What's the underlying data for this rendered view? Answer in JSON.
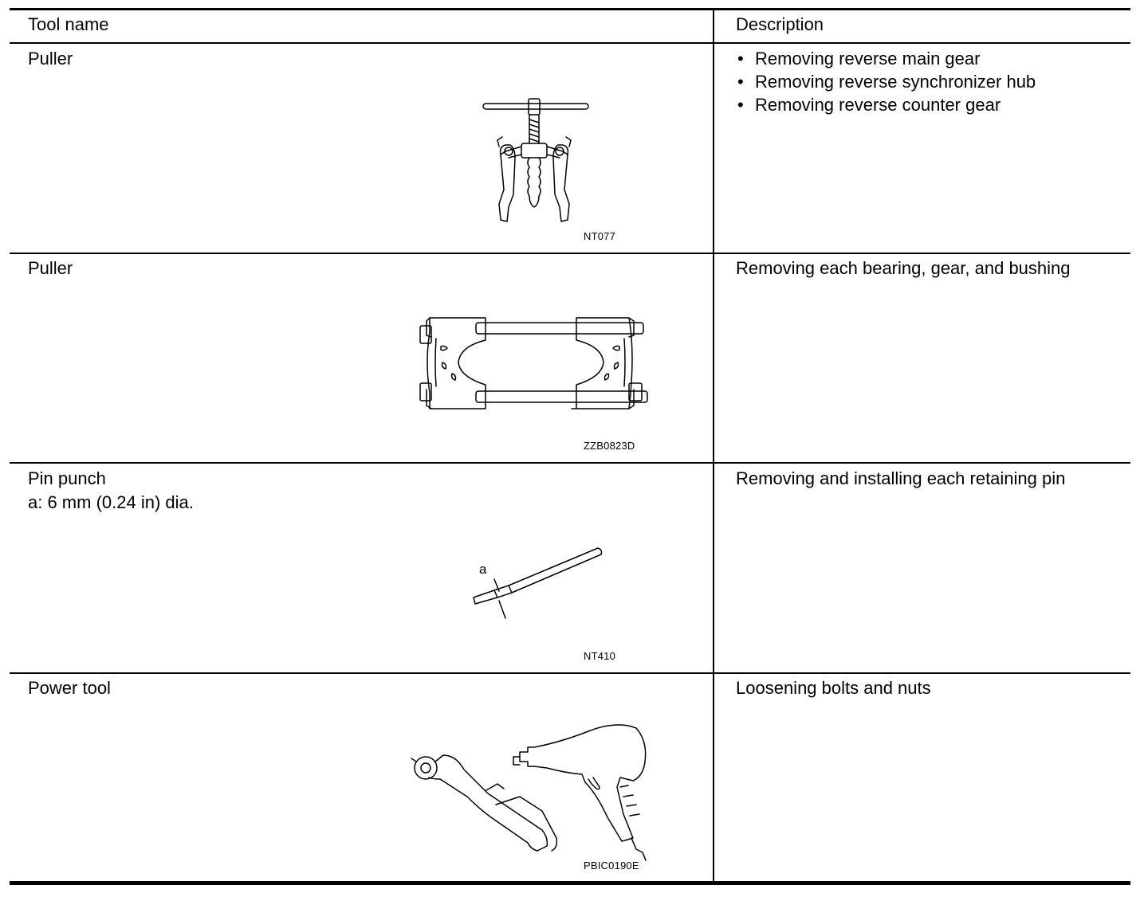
{
  "table": {
    "headers": {
      "tool_name": "Tool name",
      "description": "Description"
    },
    "rows": [
      {
        "name": "Puller",
        "name_note": "",
        "code": "NT077",
        "icon": "two-jaw-gear-puller-icon",
        "description_items": [
          "Removing reverse main gear",
          "Removing reverse synchronizer hub",
          "Removing reverse counter gear"
        ]
      },
      {
        "name": "Puller",
        "name_note": "",
        "code": "ZZB0823D",
        "icon": "bearing-splitter-icon",
        "description": "Removing each bearing, gear, and bushing"
      },
      {
        "name": "Pin punch",
        "name_note": "a: 6 mm (0.24 in) dia.",
        "code": "NT410",
        "icon": "pin-punch-icon",
        "callout": "a",
        "description": "Removing and installing each retaining pin"
      },
      {
        "name": "Power tool",
        "name_note": "",
        "code": "PBIC0190E",
        "icon": "power-tools-icon",
        "description": "Loosening bolts and nuts"
      }
    ]
  }
}
